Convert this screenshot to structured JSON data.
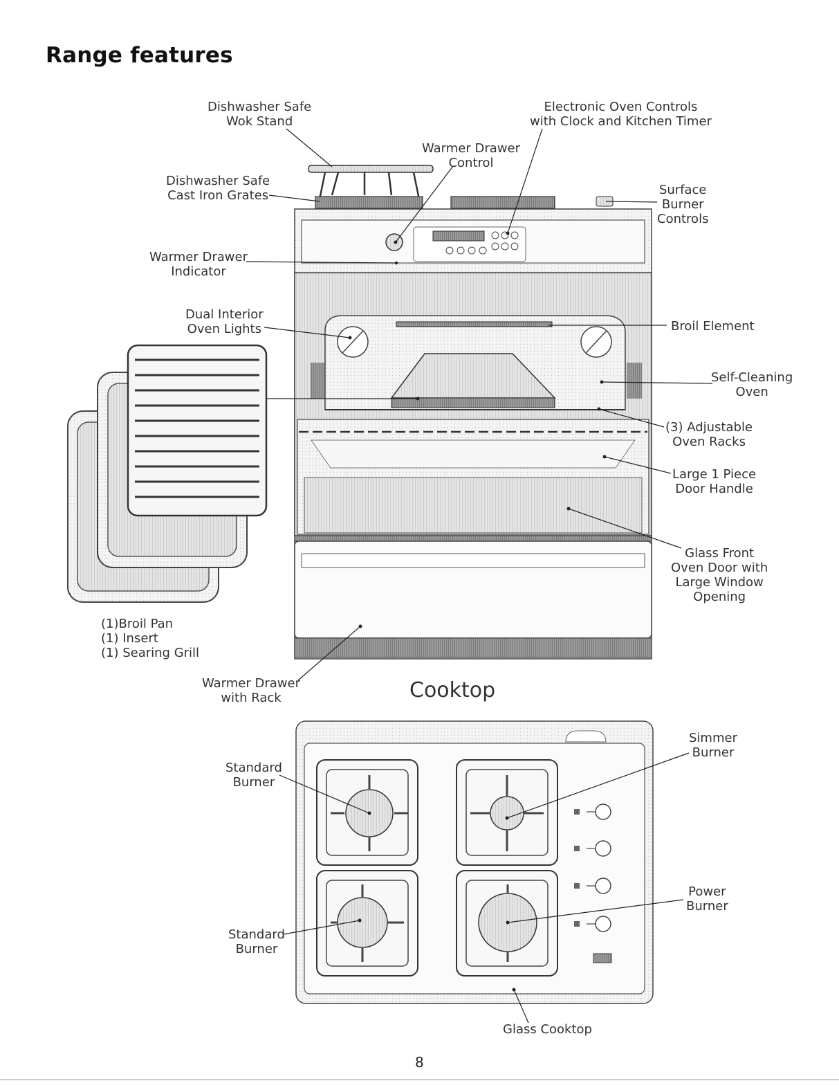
{
  "page": {
    "title": "Range features",
    "section_title": "Cooktop",
    "page_number": "8"
  },
  "range_labels": {
    "wok_stand": [
      "Dishwasher Safe",
      "Wok Stand"
    ],
    "cast_iron_grates": [
      "Dishwasher Safe",
      "Cast Iron Grates"
    ],
    "warmer_drawer_indicator": [
      "Warmer Drawer",
      "Indicator"
    ],
    "oven_lights": [
      "Dual Interior",
      "Oven Lights"
    ],
    "warmer_drawer_control": [
      "Warmer Drawer",
      "Control"
    ],
    "oven_controls": [
      "Electronic Oven Controls",
      "with Clock and Kitchen Timer"
    ],
    "surface_burner_controls": [
      "Surface",
      "Burner",
      "Controls"
    ],
    "broil_element": [
      "Broil Element"
    ],
    "self_cleaning": [
      "Self-Cleaning",
      "Oven"
    ],
    "oven_racks": [
      "(3) Adjustable",
      "Oven Racks"
    ],
    "door_handle": [
      "Large 1 Piece",
      "Door Handle"
    ],
    "glass_door": [
      "Glass Front",
      "Oven Door with",
      "Large Window",
      "Opening"
    ],
    "broil_pan": [
      "(1)Broil Pan",
      "(1) Insert",
      "(1) Searing Grill"
    ],
    "warmer_drawer_rack": [
      "Warmer Drawer",
      "with Rack"
    ]
  },
  "cooktop_labels": {
    "standard_burner_top": [
      "Standard",
      "Burner"
    ],
    "standard_burner_bottom": [
      "Standard",
      "Burner"
    ],
    "simmer_burner": [
      "Simmer",
      "Burner"
    ],
    "power_burner": [
      "Power",
      "Burner"
    ],
    "glass_cooktop": [
      "Glass Cooktop"
    ]
  }
}
